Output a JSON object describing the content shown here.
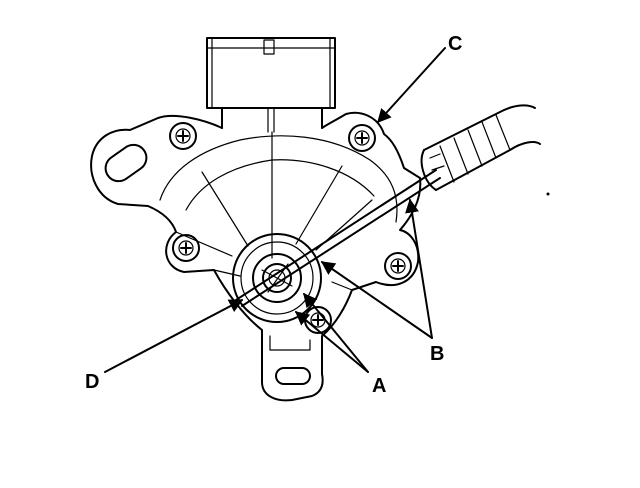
{
  "diagram": {
    "labels": {
      "a": "A",
      "b": "B",
      "c": "C",
      "d": "D"
    },
    "colors": {
      "line": "#000000",
      "background": "#ffffff"
    }
  }
}
